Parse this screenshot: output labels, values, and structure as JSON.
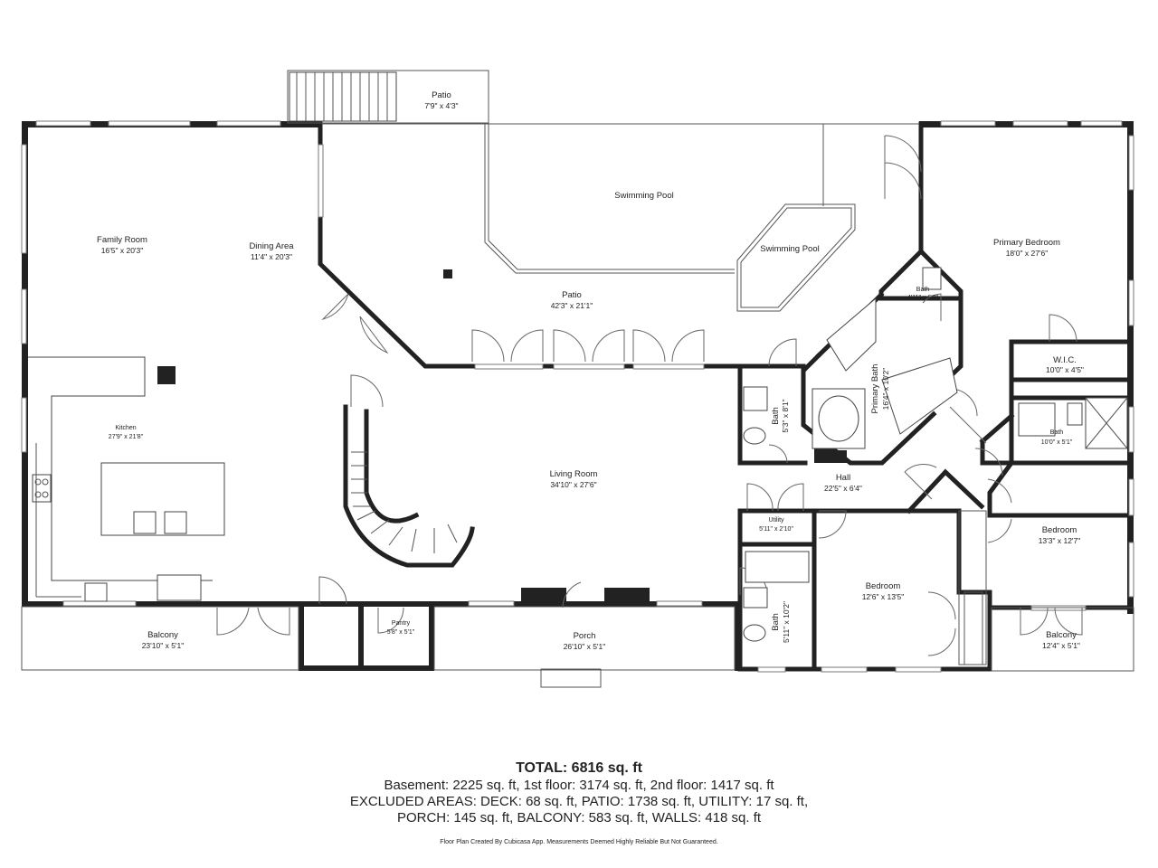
{
  "rooms": {
    "patio_top": {
      "name": "Patio",
      "dims": "7'9\" x 4'3\""
    },
    "family_room": {
      "name": "Family Room",
      "dims": "16'5\" x 20'3\""
    },
    "dining_area": {
      "name": "Dining Area",
      "dims": "11'4\" x 20'3\""
    },
    "swimming_pool_1": {
      "name": "Swimming Pool"
    },
    "swimming_pool_2": {
      "name": "Swimming Pool"
    },
    "patio_main": {
      "name": "Patio",
      "dims": "42'3\" x 21'1\""
    },
    "primary_bedroom": {
      "name": "Primary Bedroom",
      "dims": "18'0\" x 27'6\""
    },
    "bath_small": {
      "name": "Bath",
      "dims": "4'11\" x 6'3\""
    },
    "primary_bath": {
      "name": "Primary Bath",
      "dims": "16'4\" x 10'2\""
    },
    "wic": {
      "name": "W.I.C.",
      "dims": "10'0\" x 4'5\""
    },
    "bath_right": {
      "name": "Bath",
      "dims": "10'0\" x 5'1\""
    },
    "kitchen": {
      "name": "Kitchen",
      "dims": "27'9\" x 21'8\""
    },
    "bath_mid": {
      "name": "Bath",
      "dims": "5'3\" x 8'1\""
    },
    "living_room": {
      "name": "Living Room",
      "dims": "34'10\" x 27'6\""
    },
    "hall": {
      "name": "Hall",
      "dims": "22'5\" x 6'4\""
    },
    "utility": {
      "name": "Utility",
      "dims": "5'11\" x 2'10\""
    },
    "bath_lower": {
      "name": "Bath",
      "dims": "5'11\" x 10'2\""
    },
    "bedroom_mid": {
      "name": "Bedroom",
      "dims": "12'6\" x 13'5\""
    },
    "bedroom_right": {
      "name": "Bedroom",
      "dims": "13'3\" x 12'7\""
    },
    "balcony_left": {
      "name": "Balcony",
      "dims": "23'10\" x 5'1\""
    },
    "pantry": {
      "name": "Pantry",
      "dims": "5'8\" x 5'1\""
    },
    "porch": {
      "name": "Porch",
      "dims": "26'10\" x 5'1\""
    },
    "balcony_right": {
      "name": "Balcony",
      "dims": "12'4\" x 5'1\""
    }
  },
  "summary": {
    "total": "TOTAL: 6816 sq. ft",
    "line1": "Basement: 2225 sq. ft, 1st floor: 3174 sq. ft, 2nd floor: 1417 sq. ft",
    "line2": "EXCLUDED AREAS: DECK: 68 sq. ft, PATIO: 1738 sq. ft, UTILITY: 17 sq. ft,",
    "line3": "PORCH: 145 sq. ft, BALCONY: 583 sq. ft, WALLS: 418 sq. ft",
    "credit": "Floor Plan Created By Cubicasa App. Measurements Deemed Highly Reliable But Not Guaranteed."
  }
}
